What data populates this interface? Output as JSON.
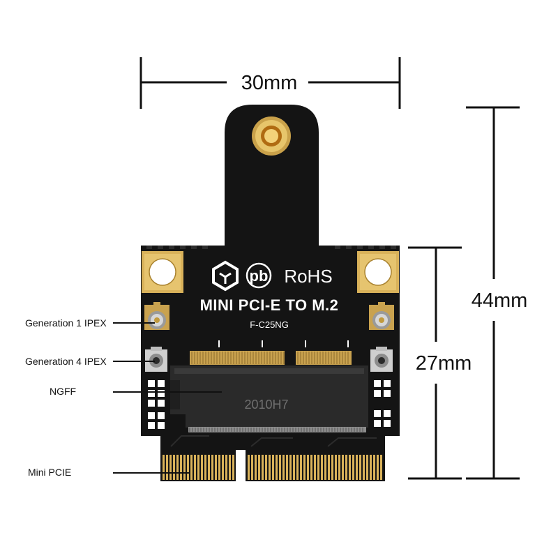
{
  "dimensions": {
    "width_top": "30mm",
    "height_total": "44mm",
    "height_board": "27mm"
  },
  "board": {
    "brand": "pb",
    "certification": "RoHS",
    "title": "MINI PCI-E TO M.2",
    "model": "F-C25NG",
    "chip_marking": "2010H7"
  },
  "callouts": {
    "ipex_gen1": "Generation 1 IPEX",
    "ipex_gen4": "Generation 4 IPEX",
    "ngff": "NGFF",
    "mini_pcie": "Mini PCIE"
  },
  "colors": {
    "pcb": "#141414",
    "gold": "#d9b25a",
    "gold_dark": "#a9822f",
    "silkscreen": "#ffffff",
    "connector": "#2a2a2a"
  }
}
